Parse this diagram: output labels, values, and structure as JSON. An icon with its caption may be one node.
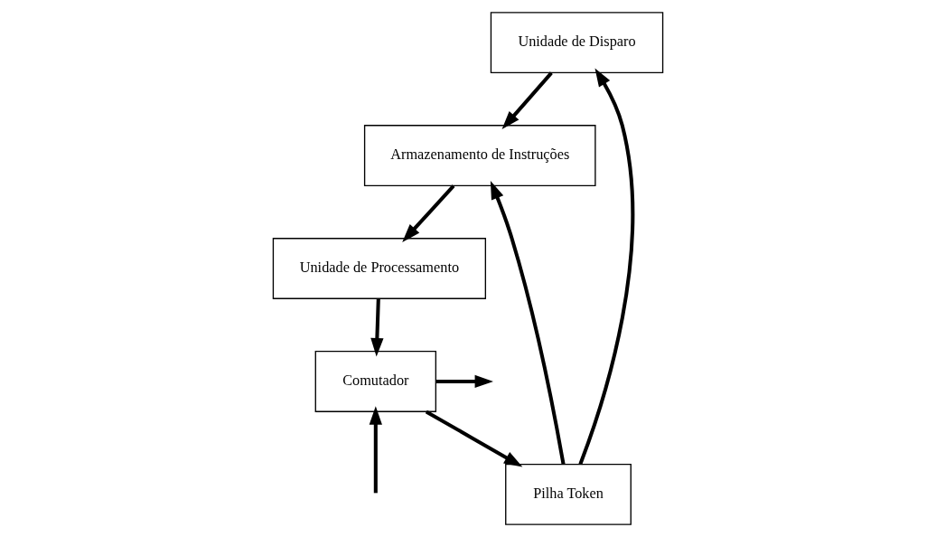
{
  "diagram": {
    "nodes": [
      {
        "text": [
          "Unidade de Disparo"
        ]
      },
      {
        "text": [
          "Pilha Token"
        ]
      },
      {
        "text": [
          "Armazenamento de Instruções"
        ]
      },
      {
        "text": [
          "Comutador"
        ]
      },
      {
        "text": [
          "Unidade de Processamento"
        ]
      }
    ],
    "edges": [
      {
        "from": 1,
        "to": 0,
        "arrow": "to"
      },
      {
        "from": 1,
        "to": 2,
        "arrow": "to"
      },
      {
        "from": 0,
        "to": 2,
        "arrow": "to"
      },
      {
        "from": 2,
        "to": 4,
        "arrow": "to"
      },
      {
        "from": 4,
        "to": 3,
        "arrow": "to"
      },
      {
        "from": 3,
        "to": 1,
        "arrow": "to"
      },
      {
        "from": null,
        "to": 3,
        "arrow": "to"
      },
      {
        "from": 3,
        "to": null,
        "arrow": "to"
      }
    ]
  }
}
